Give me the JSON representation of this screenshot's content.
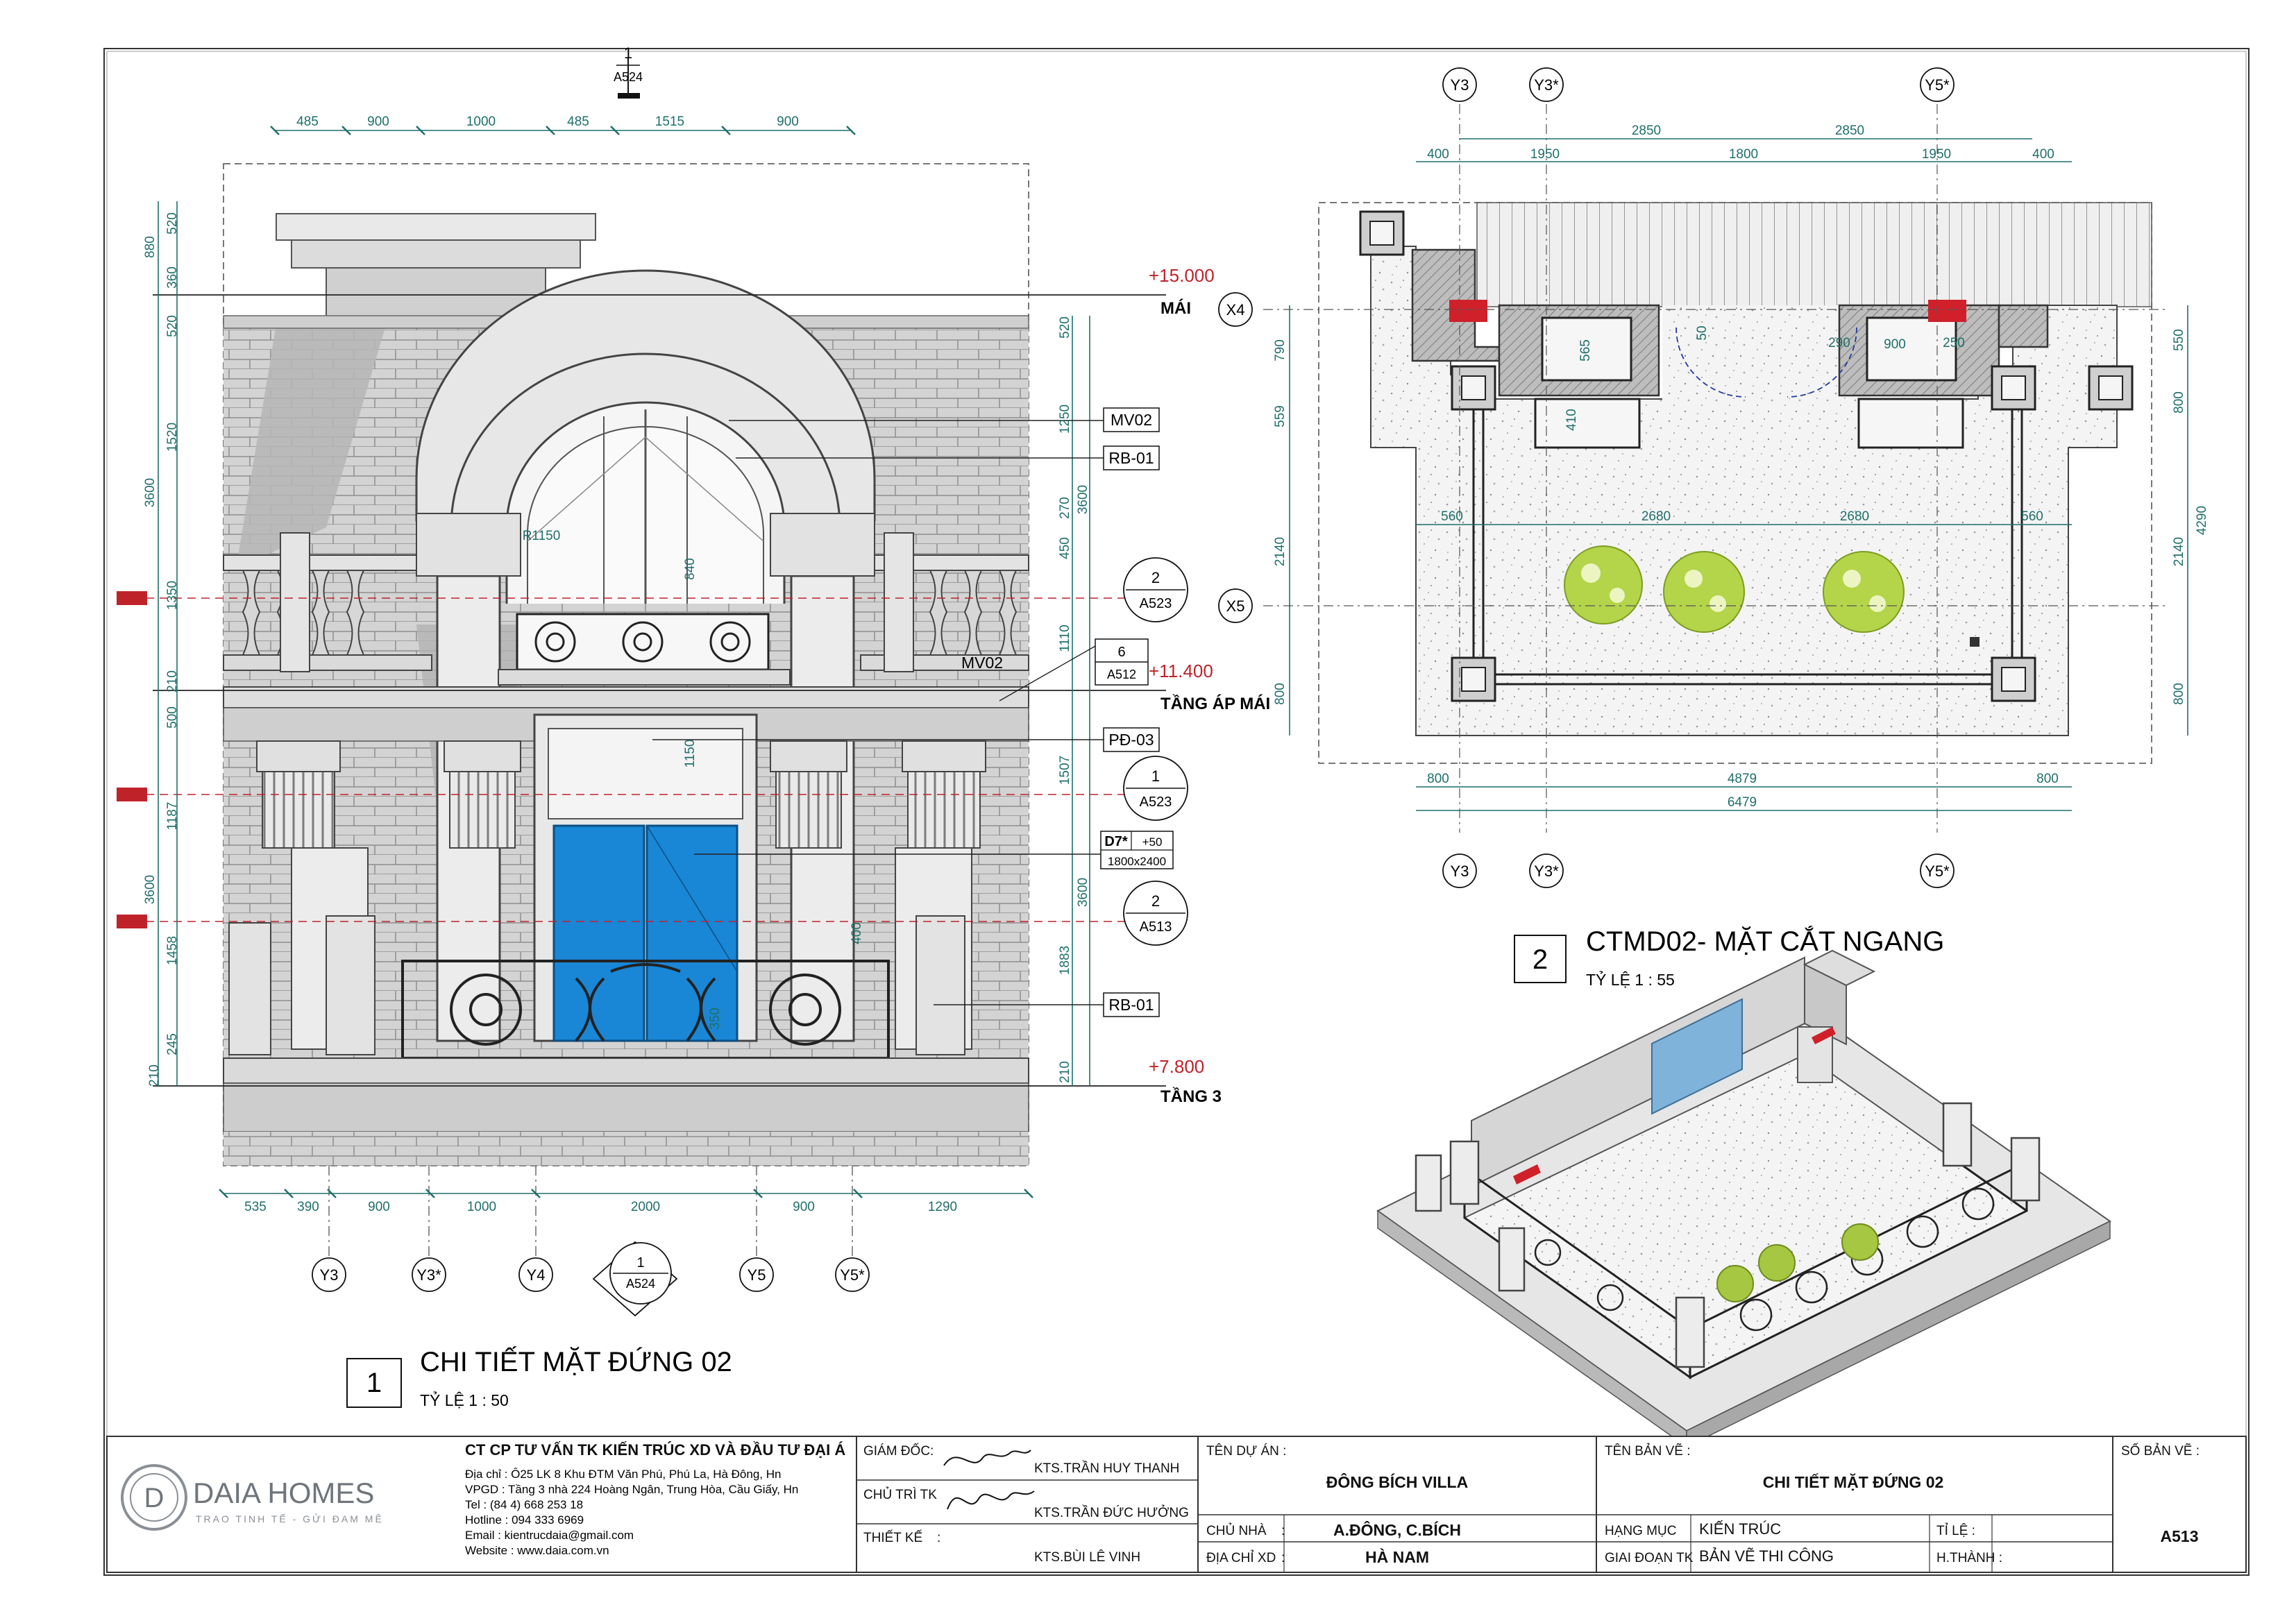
{
  "view1": {
    "title": "CHI TIẾT MẶT ĐỨNG 02",
    "number": "1",
    "scale": "TỶ LỆ 1 : 50",
    "top_dims": [
      "485",
      "900",
      "1000",
      "485",
      "1515",
      "900"
    ],
    "bottom_dims": [
      "535",
      "390",
      "900",
      "1000",
      "2000",
      "900",
      "1290"
    ],
    "left_dims": [
      "880",
      "520",
      "360",
      "520",
      "1520",
      "3600",
      "1350",
      "210",
      "500",
      "1187",
      "3600",
      "1458",
      "245",
      "210"
    ],
    "right_dims": [
      "520",
      "1250",
      "3600",
      "270",
      "450",
      "1110",
      "1507",
      "3600",
      "1883",
      "210"
    ],
    "inner_dims": [
      "840",
      "1150",
      "400",
      "350",
      "R1150"
    ],
    "grid_bottom": [
      "Y3",
      "Y3*",
      "Y4",
      "Y5",
      "Y5*"
    ],
    "section_marker": {
      "num": "1",
      "sheet": "A524"
    },
    "section_marker_bottom": {
      "num": "1",
      "sheet": "A524"
    },
    "levels": [
      {
        "value": "+15.000",
        "name": "MÁI"
      },
      {
        "value": "+11.400",
        "name": "TẦNG ÁP MÁI"
      },
      {
        "value": "+7.800",
        "name": "TẦNG 3"
      }
    ],
    "grid_x": "X4",
    "grid_x2": "X5",
    "tags": [
      "MV02",
      "RB-01",
      "PĐ-03",
      "RB-01",
      "MV02"
    ],
    "detail_refs": [
      {
        "num": "2",
        "sheet": "A523"
      },
      {
        "num": "6",
        "sheet": "A512"
      },
      {
        "num": "1",
        "sheet": "A523"
      },
      {
        "num": "2",
        "sheet": "A513"
      }
    ],
    "door_tag": {
      "code": "D7*",
      "offset": "+50",
      "size": "1800x2400"
    }
  },
  "view2": {
    "title": "CTMD02- MẶT CẮT NGANG",
    "number": "2",
    "scale": "TỶ LỆ 1 : 55",
    "grid_top": [
      "Y3",
      "Y3*",
      "Y5*"
    ],
    "grid_bottom": [
      "Y3",
      "Y3*",
      "Y5*"
    ],
    "top_dims_1": [
      "2850",
      "2850"
    ],
    "top_dims_2": [
      "400",
      "1950",
      "1800",
      "1950",
      "400"
    ],
    "left_dims": [
      "790",
      "559",
      "2140",
      "800"
    ],
    "right_dims": [
      "550",
      "800",
      "4290",
      "2140",
      "800"
    ],
    "inner_dims": [
      "565",
      "410",
      "50",
      "900",
      "250",
      "290",
      "560",
      "2680",
      "2680",
      "560"
    ],
    "bottom_dims_1": [
      "800",
      "4879",
      "800"
    ],
    "bottom_dims_2": [
      "6479"
    ]
  },
  "title_block": {
    "company": "CT CP TƯ VẤN TK KIẾN TRÚC XD VÀ ĐẦU TƯ ĐẠI Á",
    "logo_name": "DAIA HOMES",
    "logo_tagline": "TRAO TINH TẾ - GỬI ĐAM MÊ",
    "address_lines": [
      "Địa chỉ : Ô25 LK 8 Khu ĐTM Văn Phú,  Phú La, Hà Đông, Hn",
      "VPGD  : Tầng 3 nhà 224 Hoàng Ngân, Trung Hòa, Cầu Giấy, Hn",
      "Tel        : (84 4) 668 253 18",
      "Hotline  : 094 333 6969",
      "Email     : kientrucdaia@gmail.com",
      "Website : www.daia.com.vn"
    ],
    "roles": [
      {
        "label": "GIÁM ĐỐC",
        "name": "KTS.TRẦN HUY THANH"
      },
      {
        "label": "CHỦ TRÌ TK",
        "name": "KTS.TRẦN ĐỨC HƯỞNG"
      },
      {
        "label": "THIẾT KẾ",
        "name": "KTS.BÙI LÊ VINH"
      }
    ],
    "project_label": "TÊN DỰ ÁN :",
    "project": "ĐÔNG BÍCH VILLA",
    "owner_label": "CHỦ NHÀ",
    "owner": "A.ĐÔNG, C.BÍCH",
    "site_label": "ĐỊA CHỈ XD",
    "site": "HÀ NAM",
    "drawing_label": "TÊN BẢN VẼ :",
    "drawing": "CHI TIẾT MẶT ĐỨNG 02",
    "category_label": "HẠNG MỤC",
    "category": "KIẾN TRÚC",
    "stage_label": "GIAI ĐOẠN TK",
    "stage": "BẢN VẼ THI CÔNG",
    "scale_label": "TỈ LỆ :",
    "date_label": "H.THÀNH :",
    "sheet_label": "SỐ BẢN VẼ :",
    "sheet": "A513"
  },
  "colors": {
    "dimension": "#1f6f6a",
    "level": "#c0222a",
    "glass": "#1a86d6",
    "tree": "#b4d44a",
    "facade": "#c9c9c9",
    "shadow": "#a9a9a9"
  }
}
